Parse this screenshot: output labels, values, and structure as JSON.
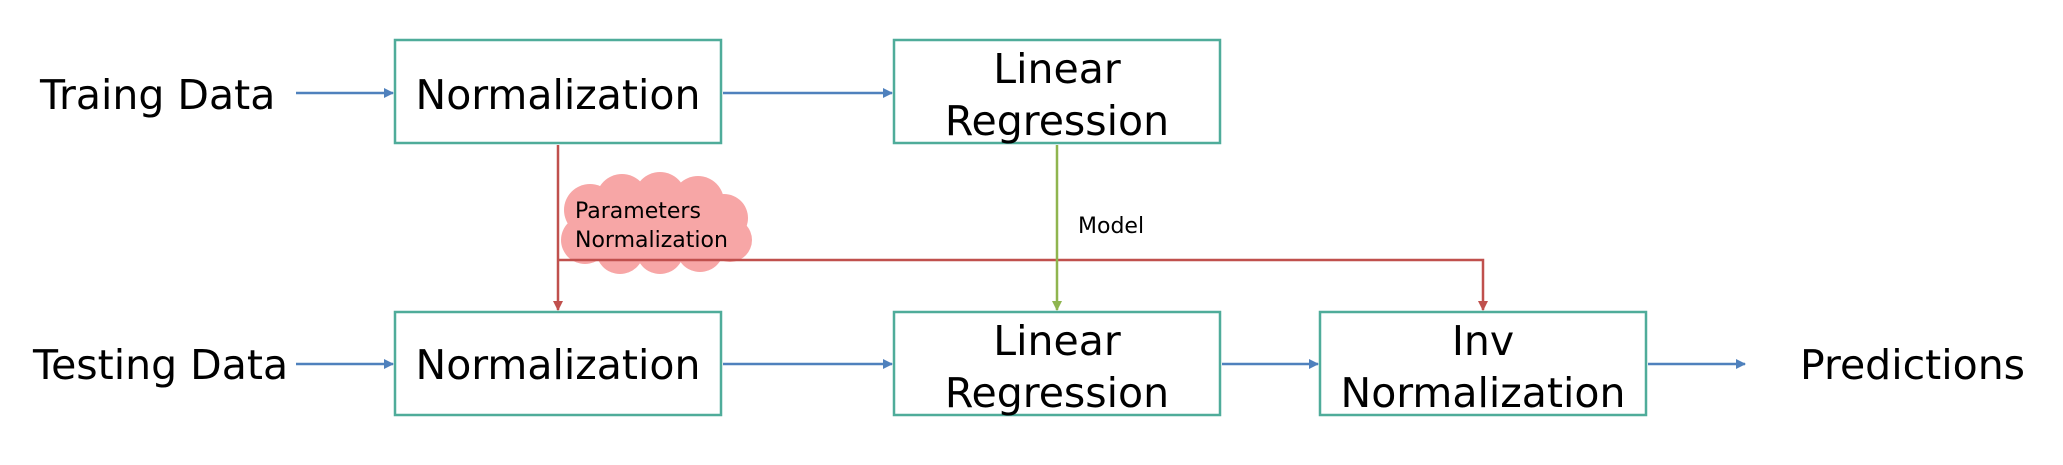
{
  "inputs": {
    "training": "Traing Data",
    "testing": "Testing Data"
  },
  "outputs": {
    "predictions": "Predictions"
  },
  "boxes": {
    "norm_train": "Normalization",
    "linreg_train": {
      "line1": "Linear",
      "line2": "Regression"
    },
    "norm_test": "Normalization",
    "linreg_test": {
      "line1": "Linear",
      "line2": "Regression"
    },
    "inv_norm": {
      "line1": "Inv",
      "line2": "Normalization"
    }
  },
  "labels": {
    "params": {
      "line1": "Parameters",
      "line2": "Normalization"
    },
    "model": "Model"
  },
  "colors": {
    "box_border": "#4fac9a",
    "flow_arrow": "#4f81bd",
    "param_arrow": "#c0504d",
    "model_arrow": "#8fb54f",
    "cloud_fill": "#f7a6a6"
  }
}
